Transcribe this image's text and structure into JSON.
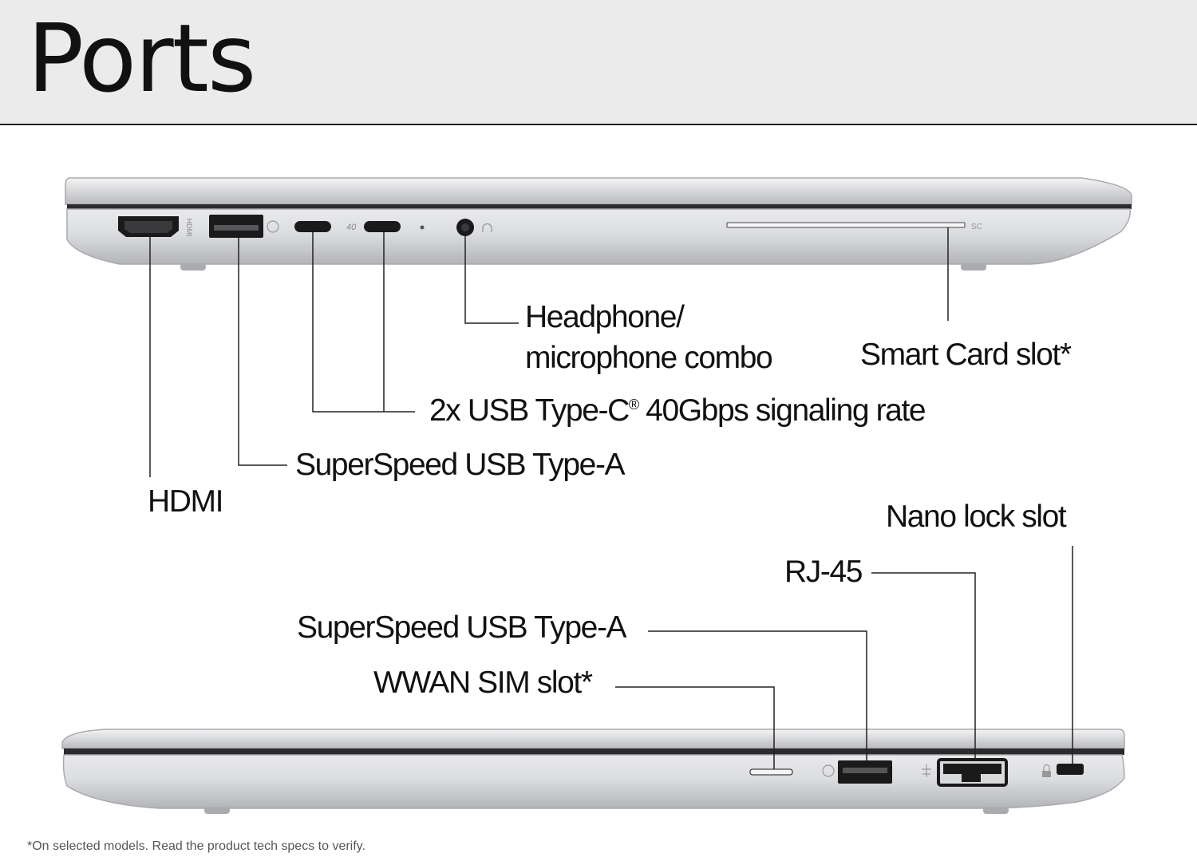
{
  "title": "Ports",
  "left_side": {
    "labels": {
      "headphone": "Headphone/\nmicrophone combo",
      "smart_card": "Smart Card slot*",
      "usb_c": "2x USB Type-C",
      "usb_c_suffix": " 40Gbps signaling rate",
      "usb_c_mark": "®",
      "usb_a": "SuperSpeed USB Type-A",
      "hdmi": "HDMI"
    },
    "engravings": {
      "hdmi": "HDMI",
      "sc": "SC",
      "usb_c": "40"
    }
  },
  "right_side": {
    "labels": {
      "nano_lock": "Nano lock slot",
      "rj45": "RJ-45",
      "usb_a": "SuperSpeed USB Type-A",
      "wwan": "WWAN SIM slot*"
    }
  },
  "footnote": "*On selected models. Read the product tech specs to verify.",
  "colors": {
    "header_bg": "#ebebeb",
    "chassis": "#d9dadc",
    "port": "#1a1a1a",
    "line": "#222222"
  }
}
